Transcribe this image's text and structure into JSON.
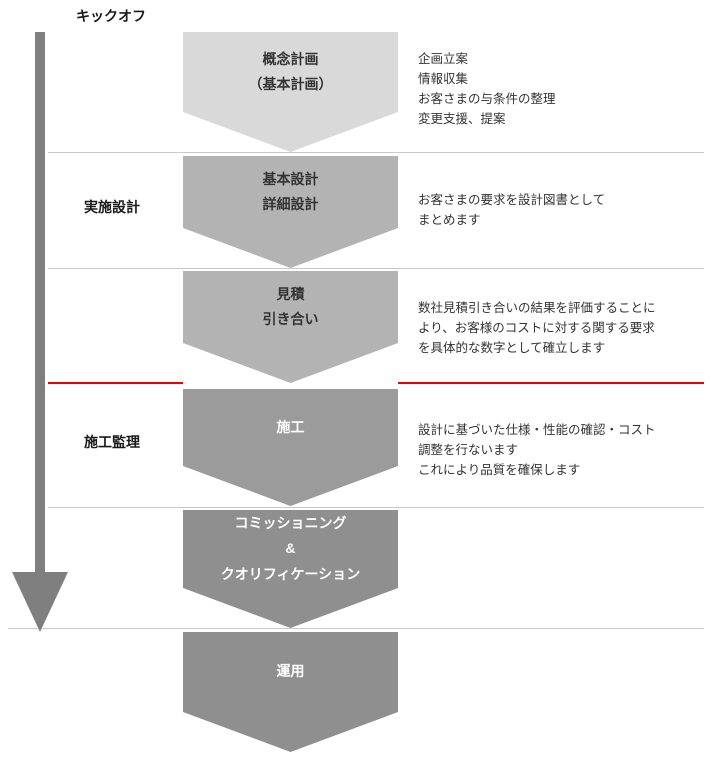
{
  "kickoff_label": "キックオフ",
  "colors": {
    "arrow": "#7f7f7f",
    "divider": "#c8c8c8",
    "red_line": "#ee0000",
    "phase1": "#d9d9d9",
    "phase2": "#b3b3b3",
    "phase3": "#b3b3b3",
    "phase4": "#9b9b9b",
    "phase5": "#8f8f8f",
    "phase6": "#8f8f8f"
  },
  "phases": [
    {
      "title": "概念計画\n（基本計画）",
      "side_label": "",
      "description": "企画立案\n情報収集\nお客さまの与条件の整理\n変更支援、提案"
    },
    {
      "title": "基本設計\n詳細設計",
      "side_label": "実施設計",
      "description": "お客さまの要求を設計図書として\nまとめます"
    },
    {
      "title": "見積\n引き合い",
      "side_label": "",
      "description": "数社見積引き合いの結果を評価することに\nより、お客様のコストに対する関する要求\nを具体的な数字として確立します"
    },
    {
      "title": "施工",
      "side_label": "施工監理",
      "description": "設計に基づいた仕様・性能の確認・コスト\n調整を行ないます\nこれにより品質を確保します"
    },
    {
      "title": "コミッショニング\n&\nクオリフィケーション",
      "side_label": "",
      "description": ""
    },
    {
      "title": "運用",
      "side_label": "",
      "description": ""
    }
  ]
}
